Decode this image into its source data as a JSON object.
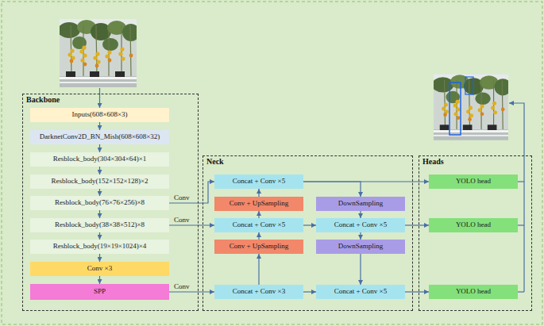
{
  "diagram": {
    "nodes": [
      {
        "text": [
          "Backbone"
        ]
      },
      {
        "text": [
          "Inputs(608×608×3)"
        ],
        "in": 0
      },
      {
        "text": [
          "DarknetConv2D_BN_Mish(608×608×32)"
        ],
        "in": 0
      },
      {
        "text": [
          "Resblock_body(304×304×64)×1"
        ],
        "in": 0
      },
      {
        "text": [
          "Resblock_body(152×152×128)×2"
        ],
        "in": 0
      },
      {
        "text": [
          "Resblock_body(76×76×256)×8"
        ],
        "in": 0
      },
      {
        "text": [
          "Resblock_body(38×38×512)×8"
        ],
        "in": 0
      },
      {
        "text": [
          "Resblock_body(19×19×1024)×4"
        ],
        "in": 0
      },
      {
        "text": [
          "Conv ×3"
        ],
        "in": 0
      },
      {
        "text": [
          "SPP"
        ],
        "in": 0
      },
      {
        "text": [
          "Neck"
        ]
      },
      {
        "text": [
          "Concat + Conv ×5"
        ],
        "in": 10
      },
      {
        "text": [
          "Conv + UpSampling"
        ],
        "in": 10
      },
      {
        "text": [
          "Concat + Conv ×5"
        ],
        "in": 10
      },
      {
        "text": [
          "Conv + UpSampling"
        ],
        "in": 10
      },
      {
        "text": [
          "Concat + Conv ×3"
        ],
        "in": 10
      },
      {
        "text": [
          "DownSampling"
        ],
        "in": 10
      },
      {
        "text": [
          "Concat + Conv ×5"
        ],
        "in": 10
      },
      {
        "text": [
          "DownSampling"
        ],
        "in": 10
      },
      {
        "text": [
          "Concat + Conv ×5"
        ],
        "in": 10
      },
      {
        "text": [
          "Heads"
        ]
      },
      {
        "text": [
          "YOLO head"
        ],
        "in": 20
      },
      {
        "text": [
          "YOLO head"
        ],
        "in": 20
      },
      {
        "text": [
          "YOLO head"
        ],
        "in": 20
      }
    ],
    "edges": [
      {
        "from": 1,
        "to": 2,
        "arrow": "to"
      },
      {
        "from": 2,
        "to": 3,
        "arrow": "to"
      },
      {
        "from": 3,
        "to": 4,
        "arrow": "to"
      },
      {
        "from": 4,
        "to": 5,
        "arrow": "to"
      },
      {
        "from": 5,
        "to": 6,
        "arrow": "to"
      },
      {
        "from": 6,
        "to": 7,
        "arrow": "to"
      },
      {
        "from": 7,
        "to": 8,
        "arrow": "to"
      },
      {
        "from": 8,
        "to": 9,
        "arrow": "to"
      },
      {
        "from": 5,
        "to": 11,
        "label": "Conv",
        "arrow": "to"
      },
      {
        "from": 6,
        "to": 13,
        "label": "Conv",
        "arrow": "to"
      },
      {
        "from": 9,
        "to": 15,
        "label": "Conv",
        "arrow": "to"
      },
      {
        "from": 15,
        "to": 14,
        "arrow": "to"
      },
      {
        "from": 14,
        "to": 13,
        "arrow": "to"
      },
      {
        "from": 13,
        "to": 12,
        "arrow": "to"
      },
      {
        "from": 12,
        "to": 11,
        "arrow": "to"
      },
      {
        "from": 11,
        "to": 21,
        "arrow": "to"
      },
      {
        "from": 11,
        "to": 16,
        "arrow": "to"
      },
      {
        "from": 16,
        "to": 17,
        "arrow": "to"
      },
      {
        "from": 13,
        "to": 17,
        "arrow": "to"
      },
      {
        "from": 17,
        "to": 22,
        "arrow": "to"
      },
      {
        "from": 17,
        "to": 18,
        "arrow": "to"
      },
      {
        "from": 18,
        "to": 19,
        "arrow": "to"
      },
      {
        "from": 15,
        "to": 19,
        "arrow": "to"
      },
      {
        "from": 19,
        "to": 23,
        "arrow": "to"
      }
    ]
  }
}
